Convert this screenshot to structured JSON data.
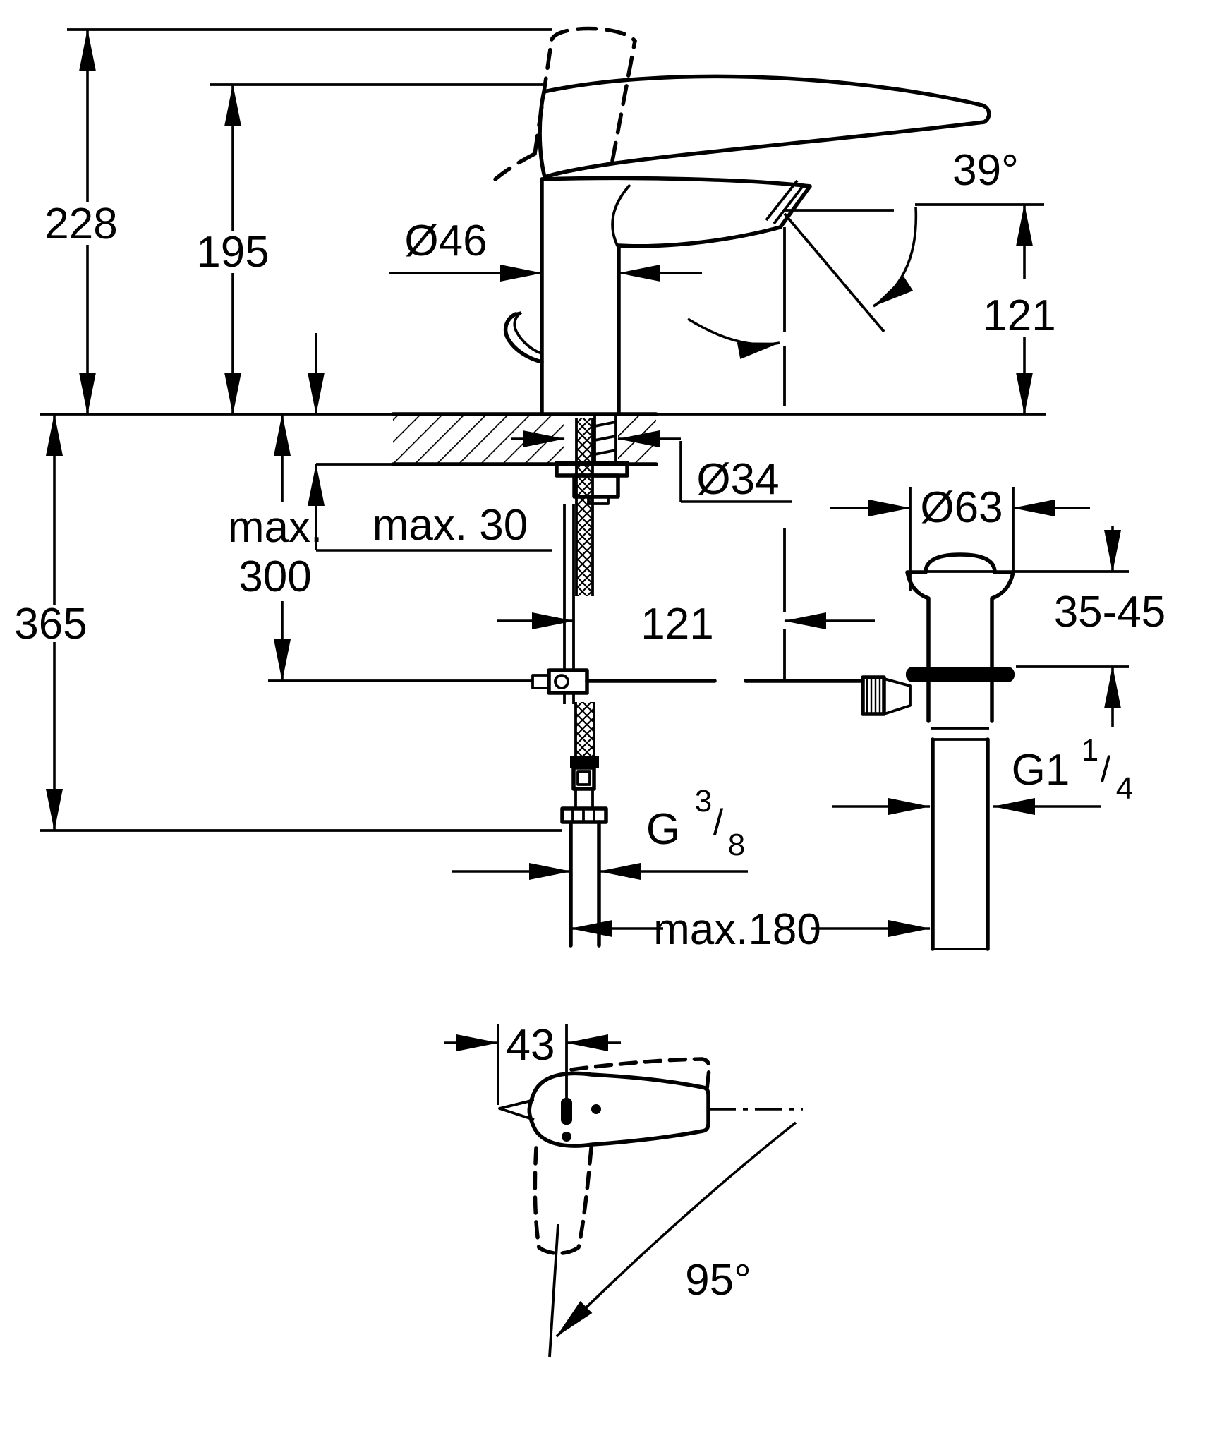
{
  "diagram": {
    "type": "technical-dimension-drawing",
    "subject": "Single-lever basin mixer tap with pop-up waste set, front installation view and top view of lever",
    "units": "mm",
    "colors": {
      "line": "#000000",
      "background": "#ffffff"
    },
    "views": {
      "front": "front elevation with mounting cross-section",
      "top": "plan view of lever handle"
    },
    "labels": {
      "height_overall": "228",
      "height_lever_top": "195",
      "body_diameter": "Ø46",
      "spout_angle": "39°",
      "spout_outlet_height": "121",
      "max_mounting_depth_line1": "max.",
      "max_mounting_depth_line2": "300",
      "max_deck_thickness": "max. 30",
      "tap_hole_diameter": "Ø34",
      "depth_below_deck_total": "365",
      "spout_reach": "121",
      "waste_flange_diameter": "Ø63",
      "waste_clamping_range": "35-45",
      "max_rod_projection": "max.180",
      "handle_width": "43",
      "handle_swivel_angle": "95°",
      "waste_thread": {
        "base": "G1",
        "numerator": "1",
        "slash": "/",
        "denominator": "4"
      },
      "supply_thread": {
        "base": "G",
        "numerator": "3",
        "slash": "/",
        "denominator": "8"
      }
    }
  }
}
